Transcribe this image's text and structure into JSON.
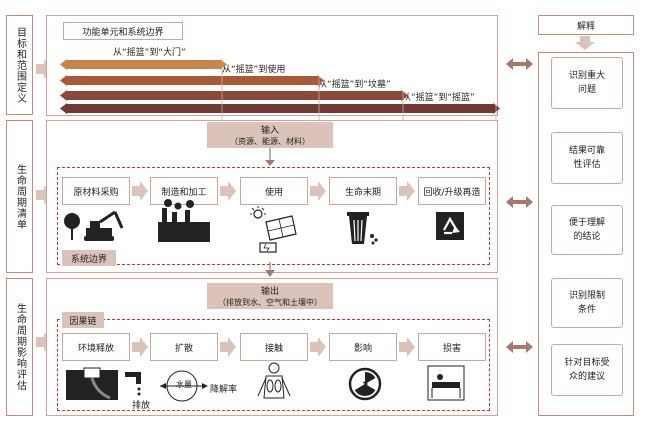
{
  "left_tabs": [
    {
      "id": "goal",
      "label": "目标和范围定义"
    },
    {
      "id": "inventory",
      "label": "生命周期清单"
    },
    {
      "id": "impact",
      "label": "生命周期影响评估"
    }
  ],
  "goal": {
    "title": "功能单元和系统边界",
    "bars": [
      {
        "label": "从“摇篮”到“大门”",
        "color": "#c8854a"
      },
      {
        "label": "从“摇篮”到使用",
        "color": "#a65a3a"
      },
      {
        "label": "从“摇篮”到“坟墓”",
        "color": "#8a4a3a"
      },
      {
        "label": "从“摇篮”到“摇篮”",
        "color": "#6e3a33"
      }
    ]
  },
  "inventory": {
    "input_title": "输入",
    "input_sub": "（资源、能源、材料）",
    "stages": [
      "原材料采购",
      "制造和加工",
      "使用",
      "生命末期",
      "回收/升级再造"
    ],
    "boundary_label": "系统边界",
    "output_title": "输出",
    "output_sub": "（排放到水、空气和土壤中）"
  },
  "impact": {
    "chain_label": "因果链",
    "stages": [
      "环境释放",
      "扩散",
      "接触",
      "影响",
      "损害"
    ],
    "emission_label": "排放",
    "water_label": "水量",
    "degradation_label": "降解率"
  },
  "interpretation": {
    "title": "解释",
    "items": [
      "识别重大问题",
      "结果可靠性评估",
      "便于理解的结论",
      "识别限制条件",
      "针对目标受众的建议"
    ]
  },
  "colors": {
    "border": "#c98a7c",
    "fill": "#dcc3ba",
    "dash": "#c0392b",
    "arrow": "#a9786d"
  }
}
